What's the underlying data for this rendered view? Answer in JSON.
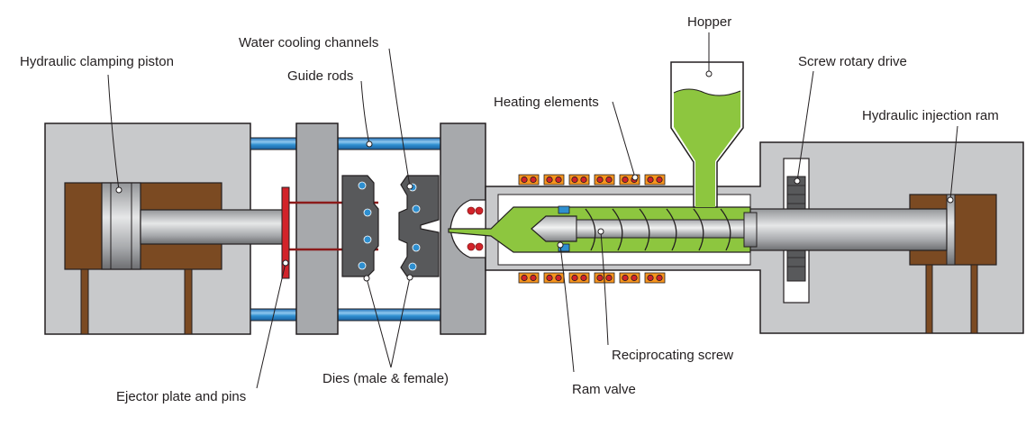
{
  "labels": {
    "hydraulic_clamping_piston": "Hydraulic clamping piston",
    "water_cooling_channels": "Water cooling channels",
    "guide_rods": "Guide rods",
    "heating_elements": "Heating elements",
    "hopper": "Hopper",
    "screw_rotary_drive": "Screw rotary drive",
    "hydraulic_injection_ram": "Hydraulic injection ram",
    "reciprocating_screw": "Reciprocating screw",
    "ram_valve": "Ram valve",
    "dies": "Dies (male & female)",
    "ejector_plate": "Ejector plate and pins"
  },
  "colors": {
    "housing": "#c8c9cb",
    "steel": "#a7a9ac",
    "brown": "#7b4a22",
    "green": "#8dc63f",
    "blue": "#2e8fd0",
    "red": "#d2232a",
    "die": "#58595b",
    "outline": "#231f20"
  }
}
